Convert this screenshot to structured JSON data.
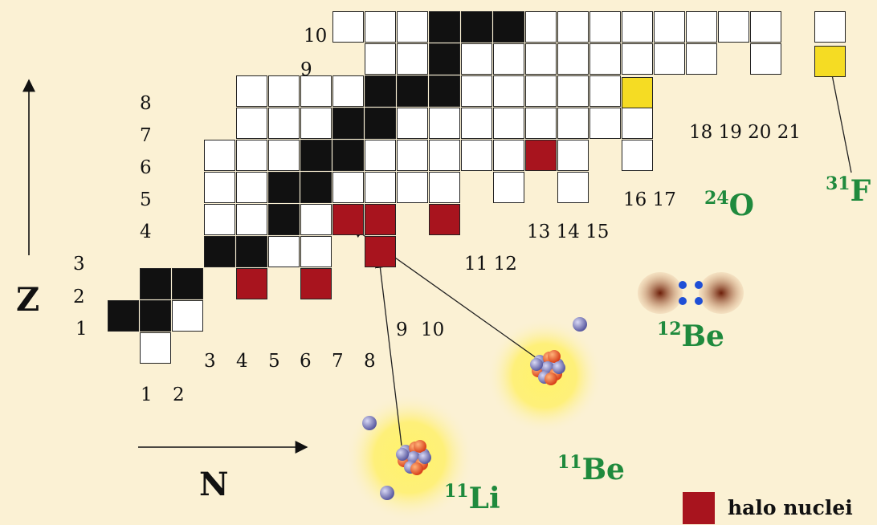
{
  "axes": {
    "z_label": "Z",
    "n_label": "N"
  },
  "z_labels": [
    "1",
    "2",
    "3",
    "4",
    "5",
    "6",
    "7",
    "8",
    "9",
    "10"
  ],
  "n_labels": [
    "1",
    "2",
    "3",
    "4",
    "5",
    "6",
    "7",
    "8",
    "9",
    "10",
    "11 12",
    "13 14 15",
    "16 17",
    "18 19 20 21"
  ],
  "isotopes": {
    "li11": {
      "mass": "11",
      "symbol": "Li"
    },
    "be11": {
      "mass": "11",
      "symbol": "Be"
    },
    "be12": {
      "mass": "12",
      "symbol": "Be"
    },
    "o24": {
      "mass": "24",
      "symbol": "O"
    },
    "f31": {
      "mass": "31",
      "symbol": "F"
    }
  },
  "legend": {
    "label": "halo nuclei"
  },
  "colors": {
    "stable": "#111111",
    "halo": "#a8141e",
    "highlight": "#f5dc23",
    "isotope_text": "#1f8a3d",
    "background": "#fbf1d4"
  }
}
